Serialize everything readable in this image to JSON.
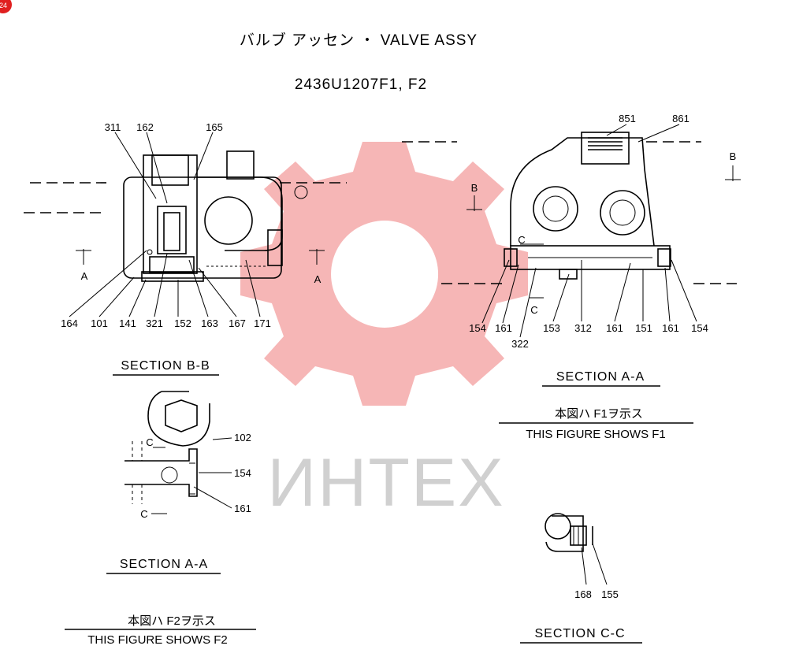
{
  "header": {
    "title": "バルブ アッセン ・ VALVE ASSY",
    "part_number": "2436U1207F1, F2",
    "page_marker": "24"
  },
  "watermark": {
    "text": "ИНТЕХ",
    "gear_color": "#f5a9a9",
    "text_color": "#d0d0d0"
  },
  "section_bb": {
    "caption": "SECTION B-B",
    "cut_label_left": "A",
    "cut_label_right": "A",
    "callouts_top": [
      "311",
      "162",
      "165"
    ],
    "callouts_bottom": [
      "164",
      "101",
      "141",
      "321",
      "152",
      "163",
      "167",
      "171"
    ]
  },
  "section_aa_f1": {
    "caption": "SECTION A-A",
    "cut_label_left": "B",
    "cut_label_right": "B",
    "cut_c_top": "C",
    "cut_c_bottom": "C",
    "callouts_top": [
      "851",
      "861"
    ],
    "callouts_bottom": [
      "154",
      "161",
      "322",
      "153",
      "312",
      "161",
      "151",
      "161",
      "154"
    ],
    "note_jp": "本図ハ F1ヲ示ス",
    "note_en": "THIS FIGURE SHOWS F1"
  },
  "section_aa_f2": {
    "caption": "SECTION A-A",
    "cut_c_top": "C",
    "cut_c_bottom": "C",
    "callouts": [
      "102",
      "154",
      "161"
    ],
    "note_jp": "本図ハ F2ヲ示ス",
    "note_en": "THIS FIGURE SHOWS F2"
  },
  "section_cc": {
    "caption": "SECTION C-C",
    "callouts": [
      "168",
      "155"
    ]
  }
}
